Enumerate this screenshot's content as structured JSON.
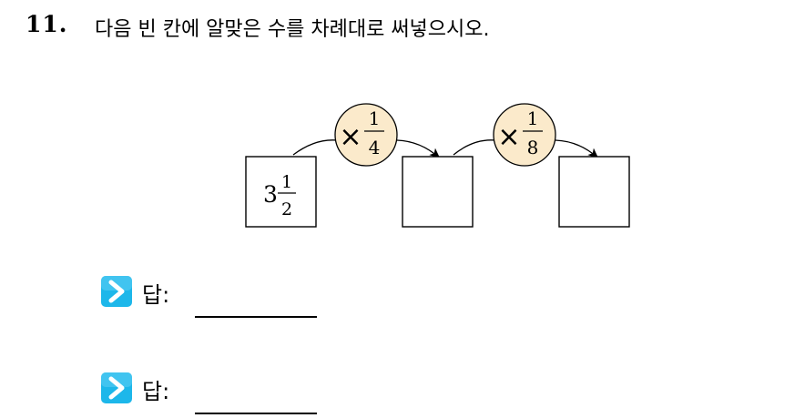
{
  "question": {
    "number": "11.",
    "text": "다음 빈 칸에 알맞은 수를 차례대로 써넣으시오."
  },
  "diagram": {
    "start_box": {
      "whole": "3",
      "numerator": "1",
      "denominator": "2"
    },
    "operators": [
      {
        "symbol": "×",
        "numerator": "1",
        "denominator": "4"
      },
      {
        "symbol": "×",
        "numerator": "1",
        "denominator": "8"
      }
    ],
    "colors": {
      "operator_fill": "#fbeacb",
      "stroke": "#000000"
    }
  },
  "answers": [
    {
      "label": "답:",
      "icon": "chevron-right-icon"
    },
    {
      "label": "답:",
      "icon": "chevron-right-icon"
    }
  ],
  "colors": {
    "answer_icon": "#1db7ea"
  }
}
